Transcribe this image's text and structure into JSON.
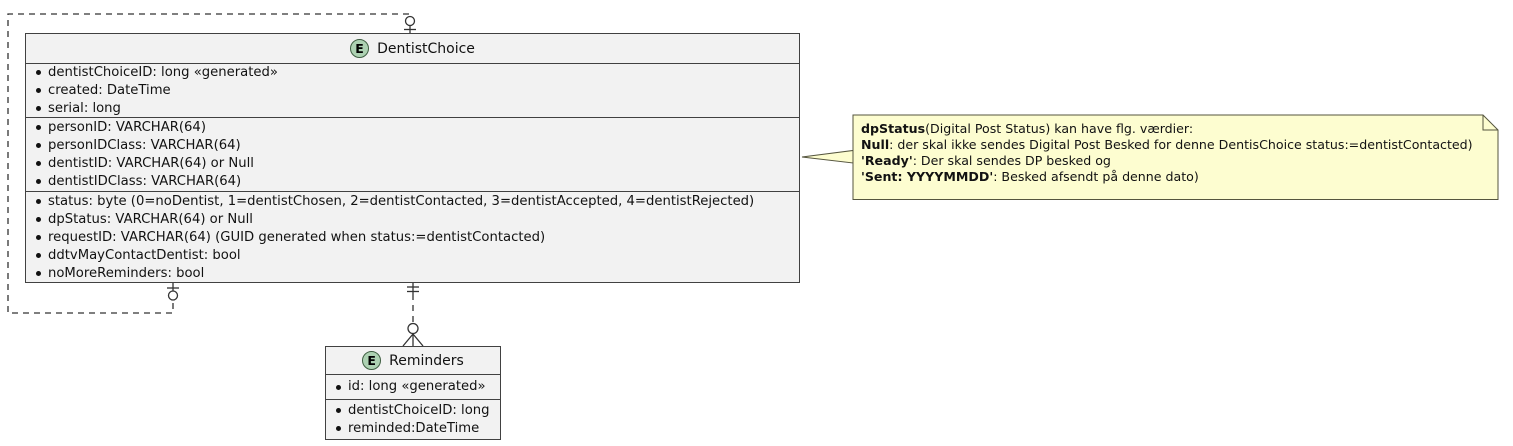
{
  "colors": {
    "canvas_bg": "#ffffff",
    "entity_fill": "#f2f2f2",
    "entity_border": "#414141",
    "line": "#333333",
    "spot_fill": "#add1b2",
    "spot_border": "#3e5e41",
    "note_fill": "#fdfdd0",
    "note_border": "#55553e",
    "text": "#121212"
  },
  "entities": {
    "dentistChoice": {
      "spot": "E",
      "title": "DentistChoice",
      "compartments": [
        [
          "dentistChoiceID: long «generated»",
          "created: DateTime",
          "serial: long"
        ],
        [
          "personID: VARCHAR(64)",
          "personIDClass: VARCHAR(64)",
          "dentistID: VARCHAR(64) or Null",
          "dentistIDClass: VARCHAR(64)"
        ],
        [
          "status: byte (0=noDentist, 1=dentistChosen, 2=dentistContacted, 3=dentistAccepted, 4=dentistRejected)",
          "dpStatus: VARCHAR(64) or Null",
          "requestID: VARCHAR(64) (GUID generated when status:=dentistContacted)",
          "ddtvMayContactDentist: bool",
          "noMoreReminders: bool"
        ]
      ]
    },
    "reminders": {
      "spot": "E",
      "title": "Reminders",
      "compartments": [
        [
          "id: long «generated»"
        ],
        [
          "dentistChoiceID: long",
          "reminded:DateTime"
        ]
      ]
    }
  },
  "note": {
    "lines": [
      {
        "bold": "dpStatus",
        "text": "(Digital Post Status) kan have flg. værdier:"
      },
      {
        "bold": "Null",
        "text": ": der skal ikke sendes Digital Post Besked for denne DentisChoice status:=dentistContacted)"
      },
      {
        "bold": "'Ready'",
        "text": ": Der skal sendes DP besked og"
      },
      {
        "bold": "'Sent: YYYYMMDD'",
        "text": ": Besked afsendt på denne dato)"
      }
    ]
  },
  "relations": {
    "self_loop_markers": [
      "zero-or-one",
      "zero-or-one"
    ],
    "dentistchoice_to_reminders_markers": [
      "exactly-one",
      "zero-or-many"
    ]
  }
}
